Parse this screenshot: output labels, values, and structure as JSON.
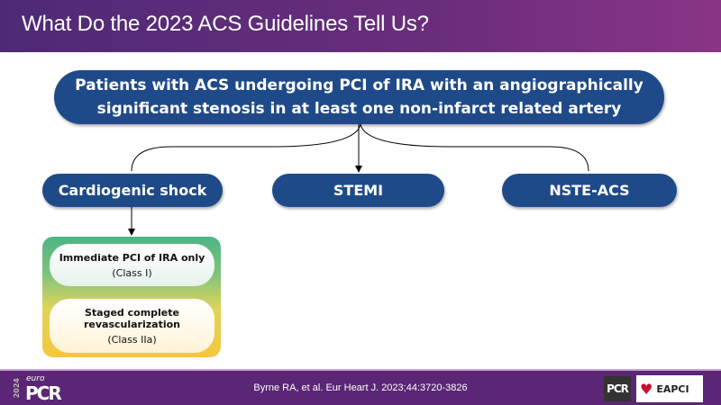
{
  "header": {
    "title": "What Do the 2023 ACS Guidelines Tell Us?"
  },
  "diagram": {
    "root": "Patients with ACS undergoing PCI of IRA with an angiographically significant stenosis in at least one non-infarct related artery",
    "branches": [
      "Cardiogenic shock",
      "STEMI",
      "NSTE-ACS"
    ],
    "recommendations": [
      {
        "text": "Immediate PCI of IRA only",
        "class": "(Class I)"
      },
      {
        "text": "Staged complete revascularization",
        "class": "(Class IIa)"
      }
    ]
  },
  "footer": {
    "citation": "Byrne RA, et al. Eur Heart J. 2023;44:3720-3826",
    "year": "2024",
    "logo_prefix": "euro",
    "logo": "PCR",
    "partner_logo_1": "PCR",
    "partner_logo_2": "EAPCI"
  },
  "colors": {
    "header": "#5b2b7a",
    "node": "#1f4a8a",
    "footer": "#5a2675"
  }
}
